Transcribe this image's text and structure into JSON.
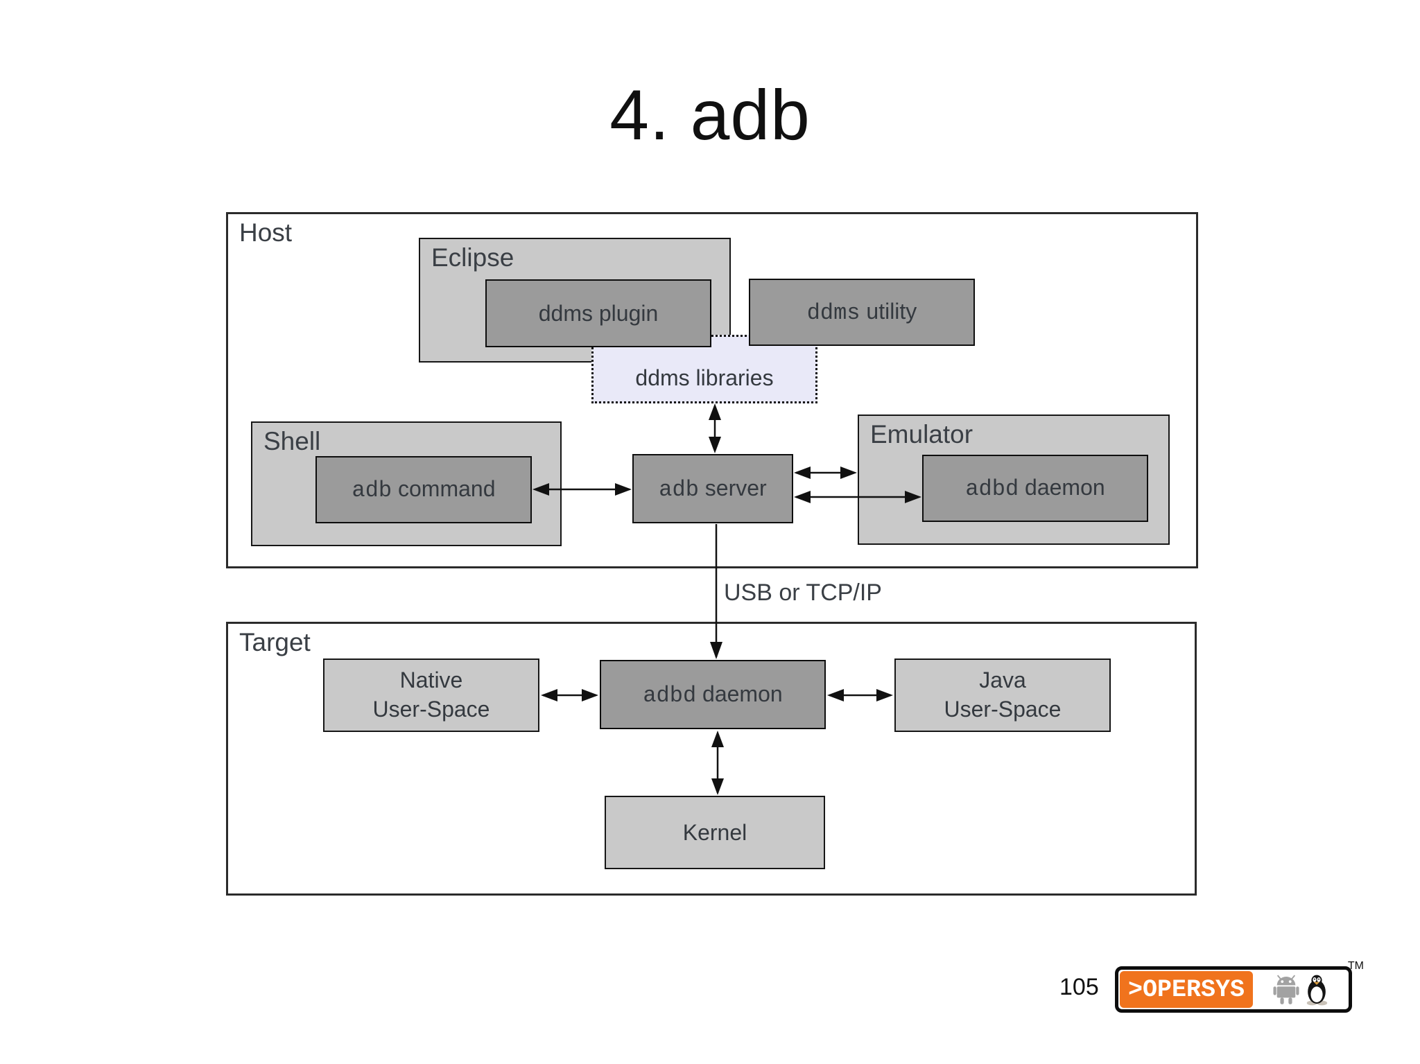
{
  "title": "4. adb",
  "host": {
    "label": "Host",
    "eclipse_label": "Eclipse",
    "ddms_plugin": {
      "w1": "ddms",
      "w2": "plugin"
    },
    "ddms_utility": {
      "w1": "ddms",
      "w2": "utility"
    },
    "ddms_libraries_label": "ddms libraries",
    "shell_label": "Shell",
    "adb_command": {
      "w1": "adb",
      "w2": "command"
    },
    "adb_server": {
      "w1": "adb",
      "w2": "server"
    },
    "emulator_label": "Emulator",
    "emulator_adbd_daemon": {
      "w1": "adbd",
      "w2": "daemon"
    }
  },
  "connection": {
    "label": "USB or TCP/IP"
  },
  "target": {
    "label": "Target",
    "native_user_space": {
      "l1": "Native",
      "l2": "User-Space"
    },
    "adbd_daemon": {
      "w1": "adbd",
      "w2": "daemon"
    },
    "java_user_space": {
      "l1": "Java",
      "l2": "User-Space"
    },
    "kernel_label": "Kernel"
  },
  "footer": {
    "page_number": "105",
    "logo_text": ">OPERSYS",
    "trademark": "TM",
    "icons": [
      "android-robot-icon",
      "tux-penguin-icon"
    ]
  },
  "colors": {
    "logo_orange": "#f0731d",
    "box_light_gray": "#c9c9c9",
    "box_dark_gray": "#9b9b9b",
    "libraries_lavender": "#e9e9f8",
    "diagram_text": "#3a3f45"
  }
}
